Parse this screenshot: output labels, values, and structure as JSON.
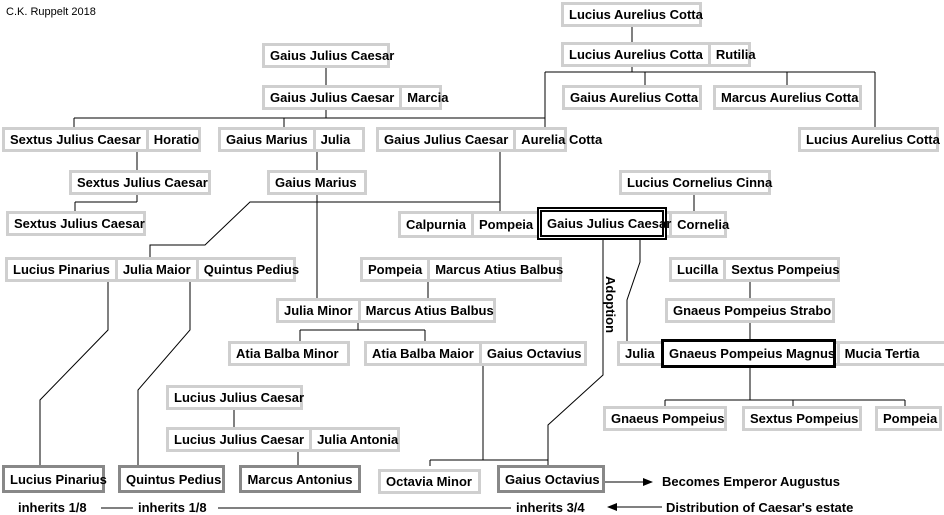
{
  "credit": "C.K. Ruppelt 2018",
  "persons": {
    "lac1": "Lucius Aurelius Cotta",
    "lac2": "Lucius Aurelius Cotta",
    "rutilia": "Rutilia",
    "gac": "Gaius Aurelius Cotta",
    "mac": "Marcus Aurelius Cotta",
    "lac3": "Lucius Aurelius Cotta",
    "gjc1": "Gaius Julius Caesar",
    "gjc2": "Gaius Julius Caesar",
    "marcia": "Marcia",
    "sjc1": "Sextus Julius Caesar",
    "horatio": "Horatio",
    "gmarius1": "Gaius Marius",
    "julia1": "Julia",
    "gjc3": "Gaius Julius Caesar",
    "aurelia": "Aurelia Cotta",
    "sjc2": "Sextus Julius Caesar",
    "gmarius2": "Gaius Marius",
    "sjc3": "Sextus Julius Caesar",
    "lcc": "Lucius Cornelius Cinna",
    "calpurnia": "Calpurnia",
    "pompeia1": "Pompeia",
    "caesar": "Gaius Julius Caesar",
    "cornelia": "Cornelia",
    "lpin1": "Lucius Pinarius",
    "jmaior": "Julia Maior",
    "qped1": "Quintus Pedius",
    "pompeia2": "Pompeia",
    "mab1": "Marcus Atius Balbus",
    "lucilla": "Lucilla",
    "spomp1": "Sextus Pompeius",
    "jminor": "Julia Minor",
    "mab2": "Marcus Atius Balbus",
    "gps": "Gnaeus Pompeius Strabo",
    "abminor": "Atia Balba Minor",
    "abmaior": "Atia Balba Maior",
    "goct1": "Gaius Octavius",
    "julia2": "Julia",
    "gpm": "Gnaeus Pompeius Magnus",
    "mucia": "Mucia Tertia",
    "ljc1": "Lucius Julius Caesar",
    "ljc2": "Lucius Julius Caesar",
    "jantonia": "Julia Antonia",
    "gpomp": "Gnaeus Pompeius",
    "spomp2": "Sextus Pompeius",
    "pompeia3": "Pompeia",
    "lpin2": "Lucius Pinarius",
    "qped2": "Quintus Pedius",
    "mant": "Marcus Antonius",
    "ominor": "Octavia Minor",
    "goct2": "Gaius Octavius"
  },
  "annotations": {
    "adoption": "Adoption",
    "emperor": "Becomes Emperor Augustus",
    "inh_pinarius": "inherits 1/8",
    "inh_pedius": "inherits 1/8",
    "inh_octavius": "inherits 3/4",
    "distribution": "Distribution of Caesar's estate"
  }
}
